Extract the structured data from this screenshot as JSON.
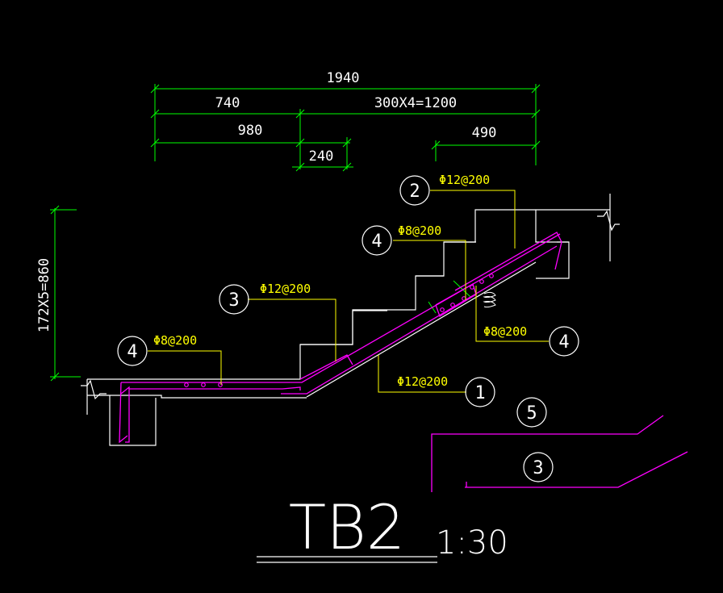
{
  "colors": {
    "background": "#000000",
    "dimension": "#00ff00",
    "structure": "#ffffff",
    "rebar": "#ff00ff",
    "leader": "#ffff00"
  },
  "dimensions": {
    "overall_length": "1940",
    "lower_landing": "740",
    "steps_span": "300X4=1200",
    "bottom_rebar_run": "980",
    "beam_width": "240",
    "upper_rebar_run": "490",
    "stair_height": "172X5=860"
  },
  "rebar_notes": {
    "mark2": "Φ12@200",
    "mark4_upper": "Φ8@200",
    "mark3": "Φ12@200",
    "mark4_left": "Φ8@200",
    "mark4_right": "Φ8@200",
    "mark1": "Φ12@200"
  },
  "marks": {
    "m2": "2",
    "m4_upper": "4",
    "m3": "3",
    "m4_left": "4",
    "m4_right": "4",
    "m1": "1",
    "detail5": "5",
    "detail3": "3"
  },
  "title": {
    "name": "TB2",
    "scale": "1:30"
  }
}
